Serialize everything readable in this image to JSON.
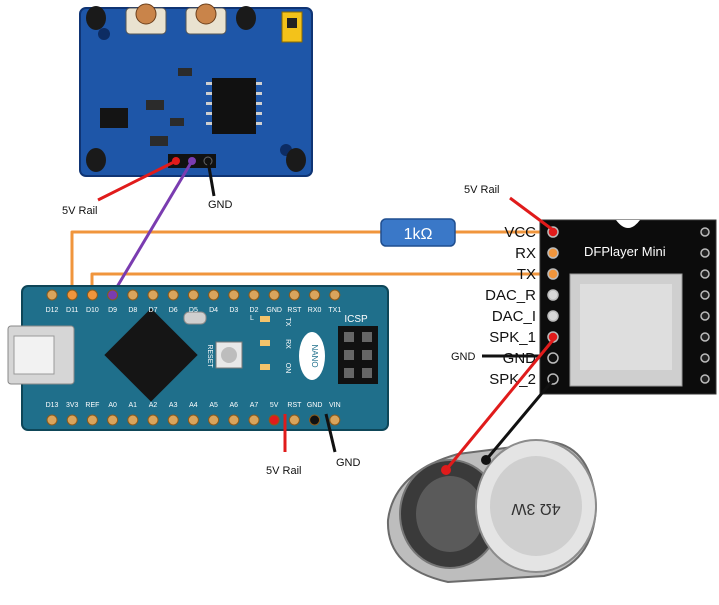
{
  "colors": {
    "orange_wire": "#f0953c",
    "purple_wire": "#7a3cb0",
    "red_wire": "#e01b1b",
    "black_wire": "#111111",
    "pcb_blue": "#1e56a8",
    "nano_teal": "#1f6f8b",
    "resistor_blue": "#3a78c8",
    "dfplayer_black": "#0c0c0c"
  },
  "pir_sensor": {
    "label_5v": "5V Rail",
    "label_gnd": "GND"
  },
  "resistor": {
    "label": "1kΩ"
  },
  "dfplayer": {
    "title": "DFPlayer Mini",
    "rail_label": "5V Rail",
    "pins": [
      "VCC",
      "RX",
      "TX",
      "DAC_R",
      "DAC_I",
      "SPK_1",
      "GND",
      "SPK_2"
    ],
    "gnd_label": "GND"
  },
  "nano": {
    "top_pins": [
      "D12",
      "D11",
      "D10",
      "D9",
      "D8",
      "D7",
      "D6",
      "D5",
      "D4",
      "D3",
      "D2",
      "GND",
      "RST",
      "RX0",
      "TX1"
    ],
    "bottom_pins": [
      "D13",
      "3V3",
      "REF",
      "A0",
      "A1",
      "A2",
      "A3",
      "A4",
      "A5",
      "A6",
      "A7",
      "5V",
      "RST",
      "GND",
      "VIN"
    ],
    "icsp_label": "ICSP",
    "brand_label": "NANO",
    "reset_label": "RESET",
    "led_labels": [
      "TX",
      "RX",
      "ON",
      "L"
    ],
    "label_5v": "5V Rail",
    "label_gnd": "GND"
  },
  "speaker": {
    "rating": "4Ω 3W"
  }
}
